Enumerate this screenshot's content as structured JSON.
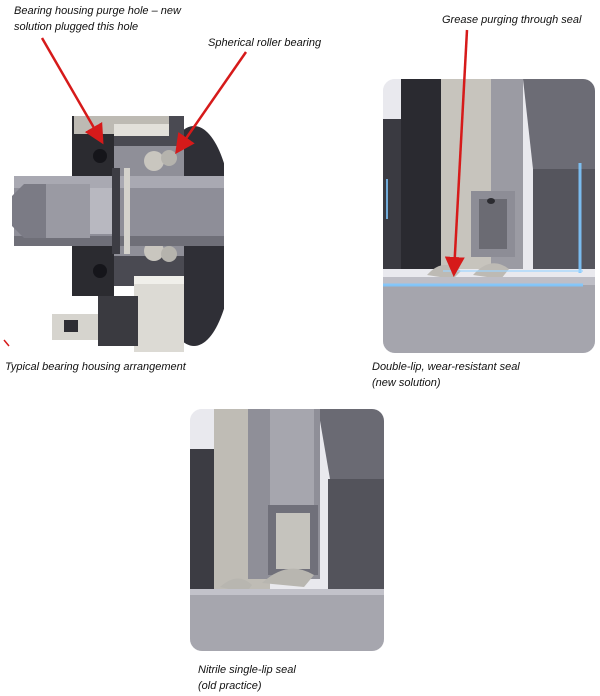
{
  "annotations": {
    "purge_hole_line1": "Bearing housing purge hole – new",
    "purge_hole_line2": "solution plugged this hole",
    "roller_bearing": "Spherical roller bearing",
    "grease_purging": "Grease purging through seal"
  },
  "captions": {
    "typical_arrangement": "Typical bearing housing arrangement",
    "double_lip_line1": "Double-lip, wear-resistant seal",
    "double_lip_line2": "(new solution)",
    "nitrile_line1": "Nitrile single-lip seal",
    "nitrile_line2": "(old practice)"
  },
  "colors": {
    "arrow": "#d61a1a",
    "panel_bg": "#e9e9ee",
    "metal_light": "#c9c6bf",
    "metal_mid": "#9a9aa3",
    "metal_dark": "#3a3a40",
    "glow": "#7fc8ff"
  }
}
